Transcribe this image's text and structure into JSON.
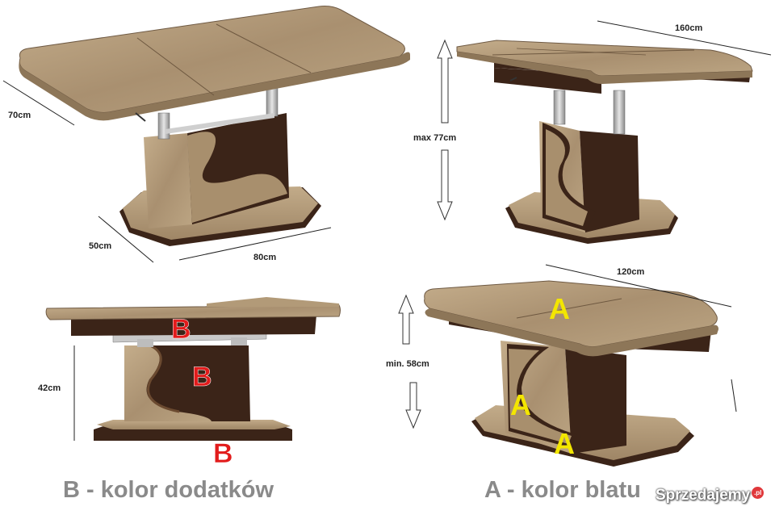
{
  "dimensions": {
    "depth_top": "70cm",
    "depth_base": "50cm",
    "width_base": "80cm",
    "length_extended": "160cm",
    "height_max": "max 77cm",
    "height_min_view": "42cm",
    "length_closed": "120cm",
    "height_min": "min. 58cm"
  },
  "markers": {
    "a": "A",
    "b": "B"
  },
  "captions": {
    "b": "B - kolor dodatków",
    "a": "A - kolor blatu"
  },
  "watermark": {
    "text": "Sprzedajemy",
    "suffix": ".pl"
  },
  "colors": {
    "wood_light": "#b59d7c",
    "wood_dark": "#3b2418",
    "marker_a": "#f3e600",
    "marker_b": "#e21b1b",
    "caption": "#8a8a8a"
  }
}
